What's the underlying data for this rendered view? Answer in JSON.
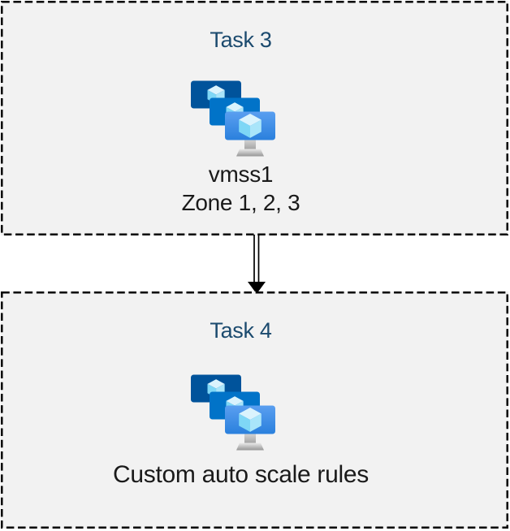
{
  "diagram": {
    "boxes": [
      {
        "title": "Task 3",
        "icon": "vm-scale-sets-icon",
        "label_lines": [
          "vmss1",
          "Zone 1, 2, 3"
        ]
      },
      {
        "title": "Task 4",
        "icon": "vm-scale-sets-icon",
        "label_lines": [
          "Custom auto scale rules"
        ]
      }
    ],
    "connector": {
      "type": "double-line-arrow",
      "direction": "down",
      "from": "Task 3",
      "to": "Task 4"
    },
    "colors": {
      "page_background": "#ffffff",
      "box_fill": "#f2f2f2",
      "box_border": "#000000",
      "title_text": "#1b4a6e",
      "body_text": "#1a1a1a",
      "monitor_back": "#00539b",
      "monitor_middle": "#0173c8",
      "monitor_front_top": "#5a9ff0",
      "monitor_front_bottom": "#2a80dd",
      "cube_top": "#daf3fd",
      "cube_left": "#7ed7f6",
      "cube_right": "#a9e5fa",
      "stand_gray": "#b9b9b9",
      "arrow": "#000000"
    }
  }
}
